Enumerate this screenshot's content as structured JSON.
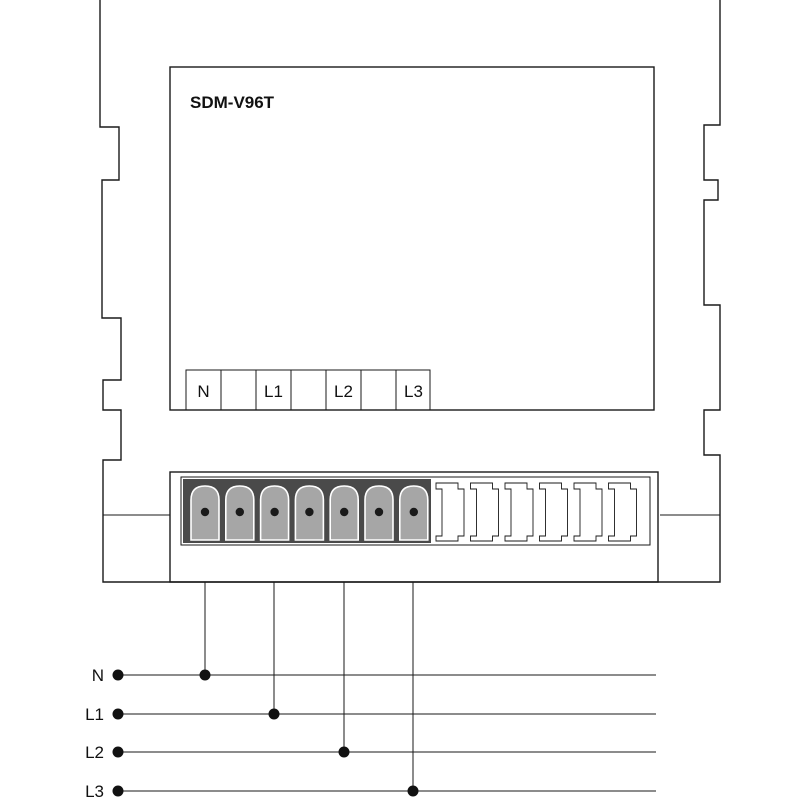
{
  "device": {
    "model": "SDM-V96T",
    "terminal_labels": [
      "N",
      "",
      "L1",
      "",
      "L2",
      "",
      "L3"
    ]
  },
  "supply_lines": [
    {
      "label": "N"
    },
    {
      "label": "L1"
    },
    {
      "label": "L2"
    },
    {
      "label": "L3"
    }
  ],
  "colors": {
    "line": "#1a1a1a",
    "terminal_block_dark": "#4a4a4a",
    "terminal_screw": "#a6a6a6",
    "background": "#ffffff"
  }
}
